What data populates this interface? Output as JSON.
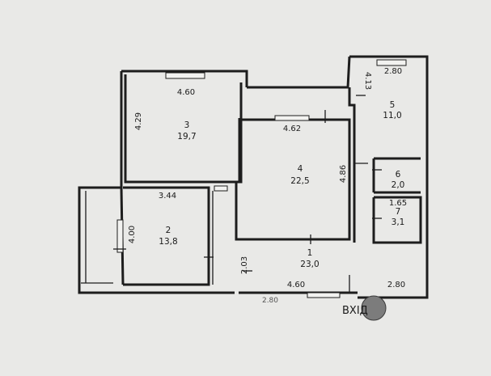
{
  "rooms": [
    {
      "id": "r1",
      "number": "1",
      "area": "23,0"
    },
    {
      "id": "r2",
      "number": "2",
      "area": "13,8"
    },
    {
      "id": "r3",
      "number": "3",
      "area": "19,7"
    },
    {
      "id": "r4",
      "number": "4",
      "area": "22,5"
    },
    {
      "id": "r5",
      "number": "5",
      "area": "11,0"
    },
    {
      "id": "r6",
      "number": "6",
      "area": "2,0"
    },
    {
      "id": "r7",
      "number": "7",
      "area": "3,1"
    }
  ],
  "dimensions": [
    {
      "id": "d1",
      "text": "4.60"
    },
    {
      "id": "d2",
      "text": "4.29"
    },
    {
      "id": "d3",
      "text": "4.62"
    },
    {
      "id": "d4",
      "text": "4.86"
    },
    {
      "id": "d5",
      "text": "3.44"
    },
    {
      "id": "d6",
      "text": "4.00"
    },
    {
      "id": "d7",
      "text": "2.03"
    },
    {
      "id": "d8",
      "text": "4.60"
    },
    {
      "id": "d9",
      "text": "2.80"
    },
    {
      "id": "d10",
      "text": "2.80"
    },
    {
      "id": "d11",
      "text": "4.13"
    },
    {
      "id": "d12",
      "text": "1.65"
    },
    {
      "id": "d13",
      "text": "2.80"
    }
  ],
  "entrance": {
    "label": "ВХІД"
  },
  "colors": {
    "paper": "#e9e9e7",
    "ink": "#1d1d1d",
    "entrance_marker": "#7c7c7c"
  }
}
